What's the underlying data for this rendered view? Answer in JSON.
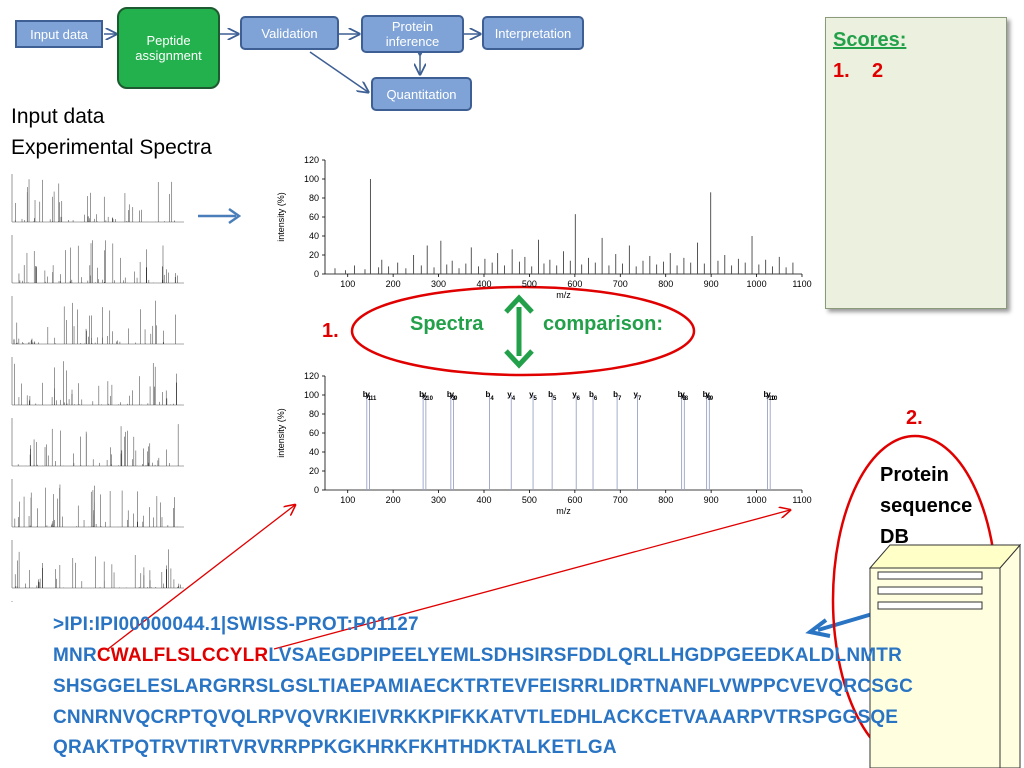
{
  "flow": {
    "input_data": "Input data",
    "peptide_assignment": "Peptide assignment",
    "validation": "Validation",
    "protein_inference": "Protein inference",
    "interpretation": "Interpretation",
    "quantitation": "Quantitation"
  },
  "scores": {
    "title": "Scores:",
    "item_number": "1.",
    "item_value": "2"
  },
  "left": {
    "line1": "Input data",
    "line2": "Experimental Spectra"
  },
  "comparison": {
    "number": "1.",
    "spectra": "Spectra",
    "label": "comparison:"
  },
  "db": {
    "number": "2.",
    "line1": "Protein",
    "line2": "sequence",
    "line3": "DB"
  },
  "sequence": {
    "header": ">IPI:IPI00000044.1|SWISS-PROT:P01127",
    "line1_prefix": "MNR",
    "line1_peptide": "CWALFLSLCCYLR",
    "line1_rest": "LVSAEGDPIPEELYEMLSDHSIRSFDDLQRLLHGDPGEEDKALDLNMTR",
    "line2": "SHSGGELESLARGRRSLGSLTIAEPAMIAECKTRTEVFEISRRLIDRTNANFLVWPPCVEVQRCSGC",
    "line3": "CNNRNVQCRPTQVQLRPVQVRKIEIVRKKPIFKKATVTLEDHLACKCETVAAARPVTRSPGGSQE",
    "line4": "QRAKTPQTRVTIRTVRVRRPPKGKHRKFKHTHDKTALKETLGA"
  },
  "colors": {
    "flow_box": "#7fa3d6",
    "flow_active": "#22b14c",
    "green_text": "#22a04a",
    "red": "#e00000",
    "sequence_blue": "#2a74c4",
    "panel_bg": "#ebf1de",
    "star": "#ffc000"
  },
  "chart_data": [
    {
      "type": "bar",
      "title": "",
      "xlabel": "m/z",
      "ylabel": "intensity (%)",
      "xlim": [
        50,
        1100
      ],
      "ylim": [
        0,
        120
      ],
      "xticks": [
        "100",
        "200",
        "300",
        "400",
        "500",
        "600",
        "700",
        "800",
        "900",
        "1000",
        "1100"
      ],
      "yticks": [
        "0",
        "20",
        "40",
        "60",
        "80",
        "100",
        "120"
      ],
      "series": [
        {
          "x": [
            72,
            95,
            115,
            138,
            150,
            168,
            175,
            190,
            210,
            228,
            245,
            262,
            275,
            290,
            305,
            318,
            330,
            345,
            360,
            372,
            388,
            402,
            418,
            430,
            445,
            462,
            478,
            490,
            505,
            520,
            532,
            545,
            560,
            575,
            590,
            601,
            615,
            630,
            645,
            660,
            675,
            690,
            705,
            720,
            735,
            750,
            765,
            780,
            795,
            810,
            825,
            840,
            855,
            870,
            885,
            899,
            915,
            930,
            945,
            960,
            975,
            990,
            1005,
            1020,
            1035,
            1050,
            1065,
            1080
          ],
          "values": [
            6,
            4,
            9,
            5,
            100,
            7,
            15,
            8,
            12,
            6,
            20,
            9,
            30,
            7,
            35,
            10,
            14,
            6,
            11,
            28,
            8,
            16,
            12,
            22,
            9,
            26,
            13,
            18,
            8,
            36,
            11,
            15,
            9,
            24,
            14,
            63,
            10,
            17,
            12,
            38,
            9,
            21,
            11,
            30,
            8,
            14,
            19,
            10,
            13,
            22,
            9,
            17,
            12,
            33,
            11,
            86,
            14,
            20,
            9,
            16,
            12,
            40,
            10,
            15,
            8,
            18,
            7,
            12
          ]
        }
      ]
    },
    {
      "type": "bar",
      "title": "",
      "xlabel": "m/z",
      "ylabel": "intensity (%)",
      "xlim": [
        50,
        1100
      ],
      "ylim": [
        0,
        120
      ],
      "xticks": [
        "100",
        "200",
        "300",
        "400",
        "500",
        "600",
        "700",
        "800",
        "900",
        "1000",
        "1100"
      ],
      "yticks": [
        "0",
        "20",
        "40",
        "60",
        "80",
        "100",
        "120"
      ],
      "series": [
        {
          "x": [
            142,
            148,
            266,
            272,
            327,
            333,
            412,
            460,
            508,
            550,
            603,
            640,
            693,
            738,
            835,
            841,
            890,
            896,
            1024,
            1030
          ],
          "values": [
            100,
            100,
            100,
            100,
            100,
            100,
            100,
            100,
            100,
            100,
            100,
            100,
            100,
            100,
            100,
            100,
            100,
            100,
            100,
            100
          ]
        }
      ],
      "annotations": [
        "b1",
        "y11",
        "b2",
        "y10",
        "b3",
        "y9",
        "b4",
        "y4",
        "y5",
        "b5",
        "y6",
        "b6",
        "b7",
        "y7",
        "b8",
        "y8",
        "b9",
        "y9",
        "b10",
        "y10"
      ]
    }
  ]
}
